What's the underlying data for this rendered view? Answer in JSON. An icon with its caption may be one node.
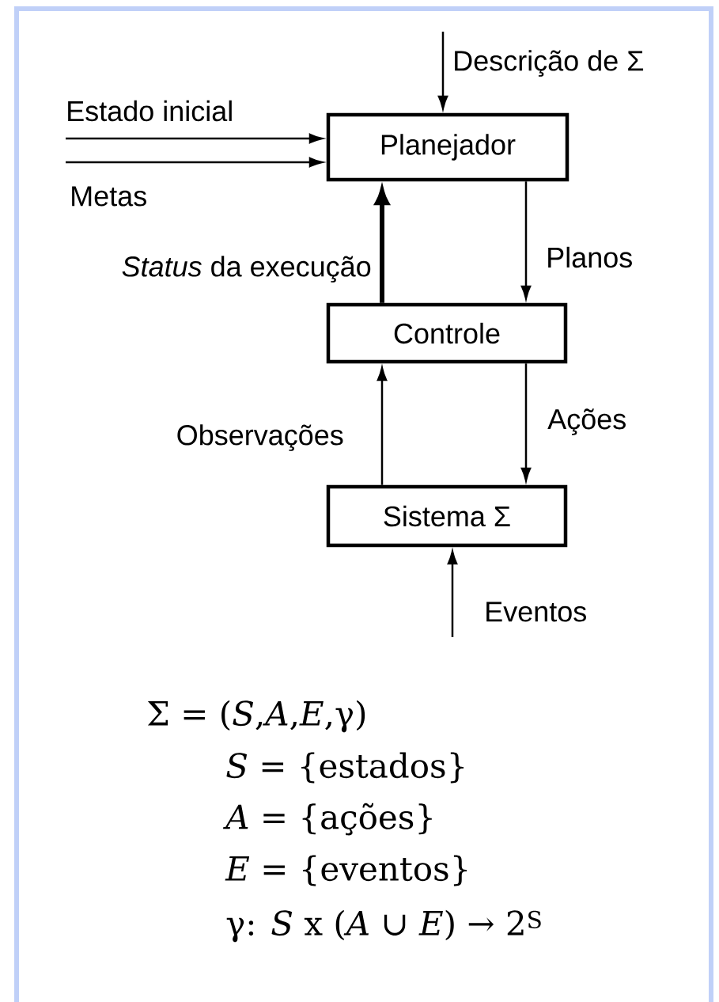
{
  "diagram": {
    "nodes": [
      {
        "text": [
          "Planejador"
        ]
      },
      {
        "text": [
          "Controle"
        ]
      },
      {
        "text": [
          "Sistema Σ"
        ]
      }
    ],
    "edges": [
      {
        "from": null,
        "to": 0,
        "arrow": "to",
        "label": "Estado inicial"
      },
      {
        "from": null,
        "to": 0,
        "arrow": "to",
        "label": "Metas"
      },
      {
        "from": null,
        "to": 0,
        "arrow": "to",
        "label": "Descrição de Σ"
      },
      {
        "from": 1,
        "to": 0,
        "arrow": "to",
        "label": "*Status* da execução",
        "style": "thick"
      },
      {
        "from": 0,
        "to": 1,
        "arrow": "to",
        "label": "Planos"
      },
      {
        "from": 1,
        "to": 2,
        "arrow": "to",
        "label": "Ações"
      },
      {
        "from": 2,
        "to": 1,
        "arrow": "to",
        "label": "Observações"
      },
      {
        "from": null,
        "to": 2,
        "arrow": "to",
        "label": "Eventos"
      }
    ],
    "labels": [
      "Σ = (*S*,*A*,*E*,γ)",
      "*S* = {estados}",
      "*A* = {ações}",
      "*E* = {eventos}",
      "γ: *S* x (*A* ∪ *E*) → 2$^{S}$"
    ]
  }
}
